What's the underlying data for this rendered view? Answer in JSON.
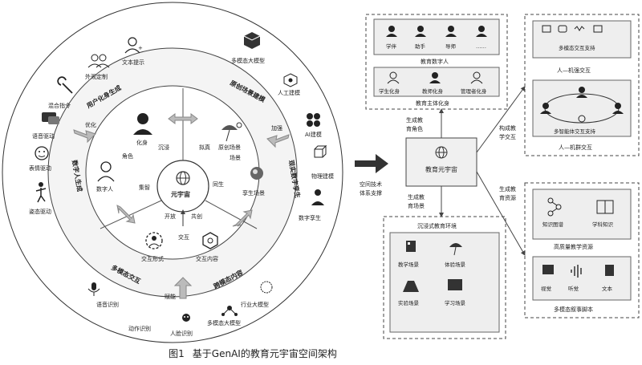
{
  "caption": {
    "figure_no": "图1",
    "title": "基于GenAI的教育元宇宙空间架构"
  },
  "left": {
    "center": "元宇宙",
    "sections": {
      "user_avatar": "用户化身生成",
      "scene_modeling": "原创场景建模",
      "realistic_student": "现实数字孪生",
      "multimodal_interaction": "多模态交互",
      "cross_modal_content": "跨模态内容",
      "digital_human": "数字人生成"
    },
    "inner": {
      "avatar": "化身",
      "digital_human": "数字人",
      "original_scene": "原创场景",
      "scene": "场景",
      "student_scene": "孪生场景",
      "interaction_form": "交互形式",
      "interaction_content": "交互内容"
    },
    "ring_words": {
      "immerse": "沉浸",
      "role": "角色",
      "collab": "集智",
      "simulate": "拟真",
      "lifelike": "同生",
      "openness": "开放",
      "co_create": "共创",
      "interact": "交互"
    },
    "arrow_words": {
      "optimize": "优化",
      "enhance": "加强",
      "empower": "赋能"
    },
    "outer": {
      "text_prompt": "文本提示",
      "appearance_custom": "外观定制",
      "mixed_command": "混合指令",
      "voice_drive": "语音驱动",
      "expression_drive": "表情驱动",
      "pose_drive": "姿态驱动",
      "multimodal_model": "多模态大模型",
      "manual_modeling": "人工建模",
      "ai_modeling": "AI建模",
      "object_modeling": "物理建模",
      "digital_student": "数字孪生",
      "speech_recognition": "语音识别",
      "action_recognition": "动作识别",
      "face_recognition": "人脸识别",
      "multimodal_model2": "多模态大模型",
      "industry_model": "行业大模型"
    }
  },
  "right": {
    "center": "教育元宇宙",
    "left_label": [
      "空间技术",
      "体系支撑"
    ],
    "up_label": [
      "生成教",
      "育角色"
    ],
    "down_label": [
      "生成教",
      "育场景"
    ],
    "right_up_label": [
      "构成教",
      "学交互"
    ],
    "right_down_label": [
      "生成教",
      "育资源"
    ],
    "roles_box": {
      "top_items": [
        "学伴",
        "助手",
        "导师",
        "……"
      ],
      "top_title": "教育数字人",
      "bottom_items": [
        "学生化身",
        "教师化身",
        "管理者化身"
      ],
      "bottom_title": "教育主体化身"
    },
    "scene_box": {
      "title": "沉浸式教育环境",
      "items": [
        "教学场景",
        "体验场景",
        "实验场景",
        "学习场景"
      ]
    },
    "interaction_box": {
      "top_item": "多模态交互支持",
      "top_title": "人—机强交互",
      "bottom_item": "多智能体交互支持",
      "bottom_title": "人—机群交互"
    },
    "resource_box": {
      "top_items": [
        "知识图谱",
        "学科知识"
      ],
      "top_title": "高质量教学资源",
      "bottom_items": [
        "视觉",
        "听觉",
        "文本"
      ],
      "bottom_title": "多模态叙事脚本"
    }
  }
}
